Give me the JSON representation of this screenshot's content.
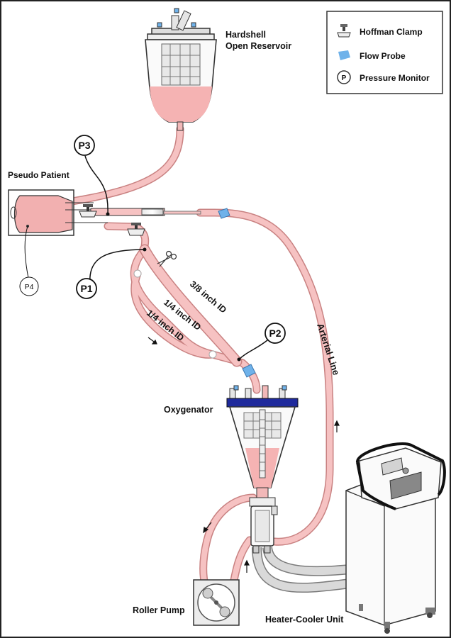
{
  "legend": {
    "hoffman_clamp": "Hoffman Clamp",
    "flow_probe": "Flow Probe",
    "pressure_monitor": "Pressure Monitor",
    "pressure_symbol": "P"
  },
  "reservoir": {
    "line1": "Hardshell",
    "line2": "Open Reservoir"
  },
  "patient": {
    "label": "Pseudo Patient"
  },
  "monitors": {
    "p1": "P1",
    "p2": "P2",
    "p3": "P3",
    "p4": "P4"
  },
  "tubing": {
    "t38": "3/8 inch ID",
    "t14a": "1/4 inch ID",
    "t14b": "1/4 inch ID",
    "arterial": "Arterial Line"
  },
  "oxygenator": {
    "label": "Oxygenator"
  },
  "pump": {
    "label": "Roller Pump"
  },
  "heater": {
    "label": "Heater-Cooler Unit"
  },
  "colors": {
    "tube": "#f2b8b8",
    "tube_edge": "#c98282",
    "blood": "#f5b3b3",
    "probe": "#6fb2ea",
    "oxygenator_cap": "#1f2a9c",
    "gray_tube": "#bfbfbf"
  }
}
